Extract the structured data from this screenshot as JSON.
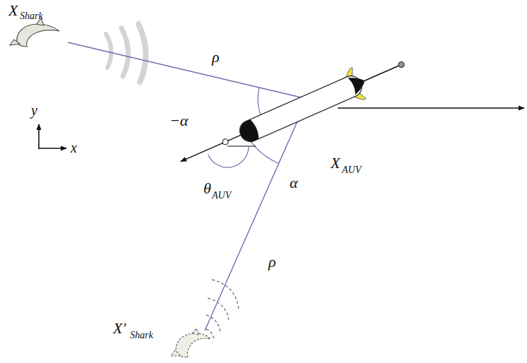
{
  "diagram": {
    "labels": [
      "X",
      "Shark",
      "ρ",
      "−α",
      "y",
      "x",
      "θ",
      "AUV",
      "α",
      "X",
      "AUV",
      "ρ",
      "X'",
      "Shark"
    ]
  }
}
